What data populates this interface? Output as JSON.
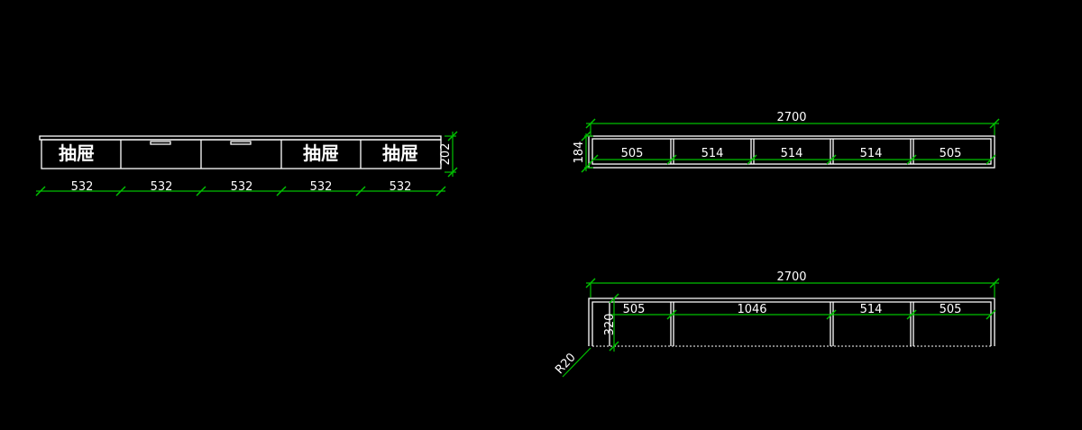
{
  "colors": {
    "background": "#000000",
    "lines": "#ffffff",
    "dimensions": "#00c000"
  },
  "front_view": {
    "drawer_label": "抽屉",
    "height_dim": "202",
    "widths": [
      "532",
      "532",
      "532",
      "532",
      "532"
    ]
  },
  "top_view_a": {
    "total": "2700",
    "depth": "184",
    "segments": [
      "505",
      "514",
      "514",
      "514",
      "505"
    ]
  },
  "top_view_b": {
    "total": "2700",
    "depth": "320",
    "radius": "R20",
    "segments": [
      "505",
      "1046",
      "514",
      "505"
    ]
  }
}
